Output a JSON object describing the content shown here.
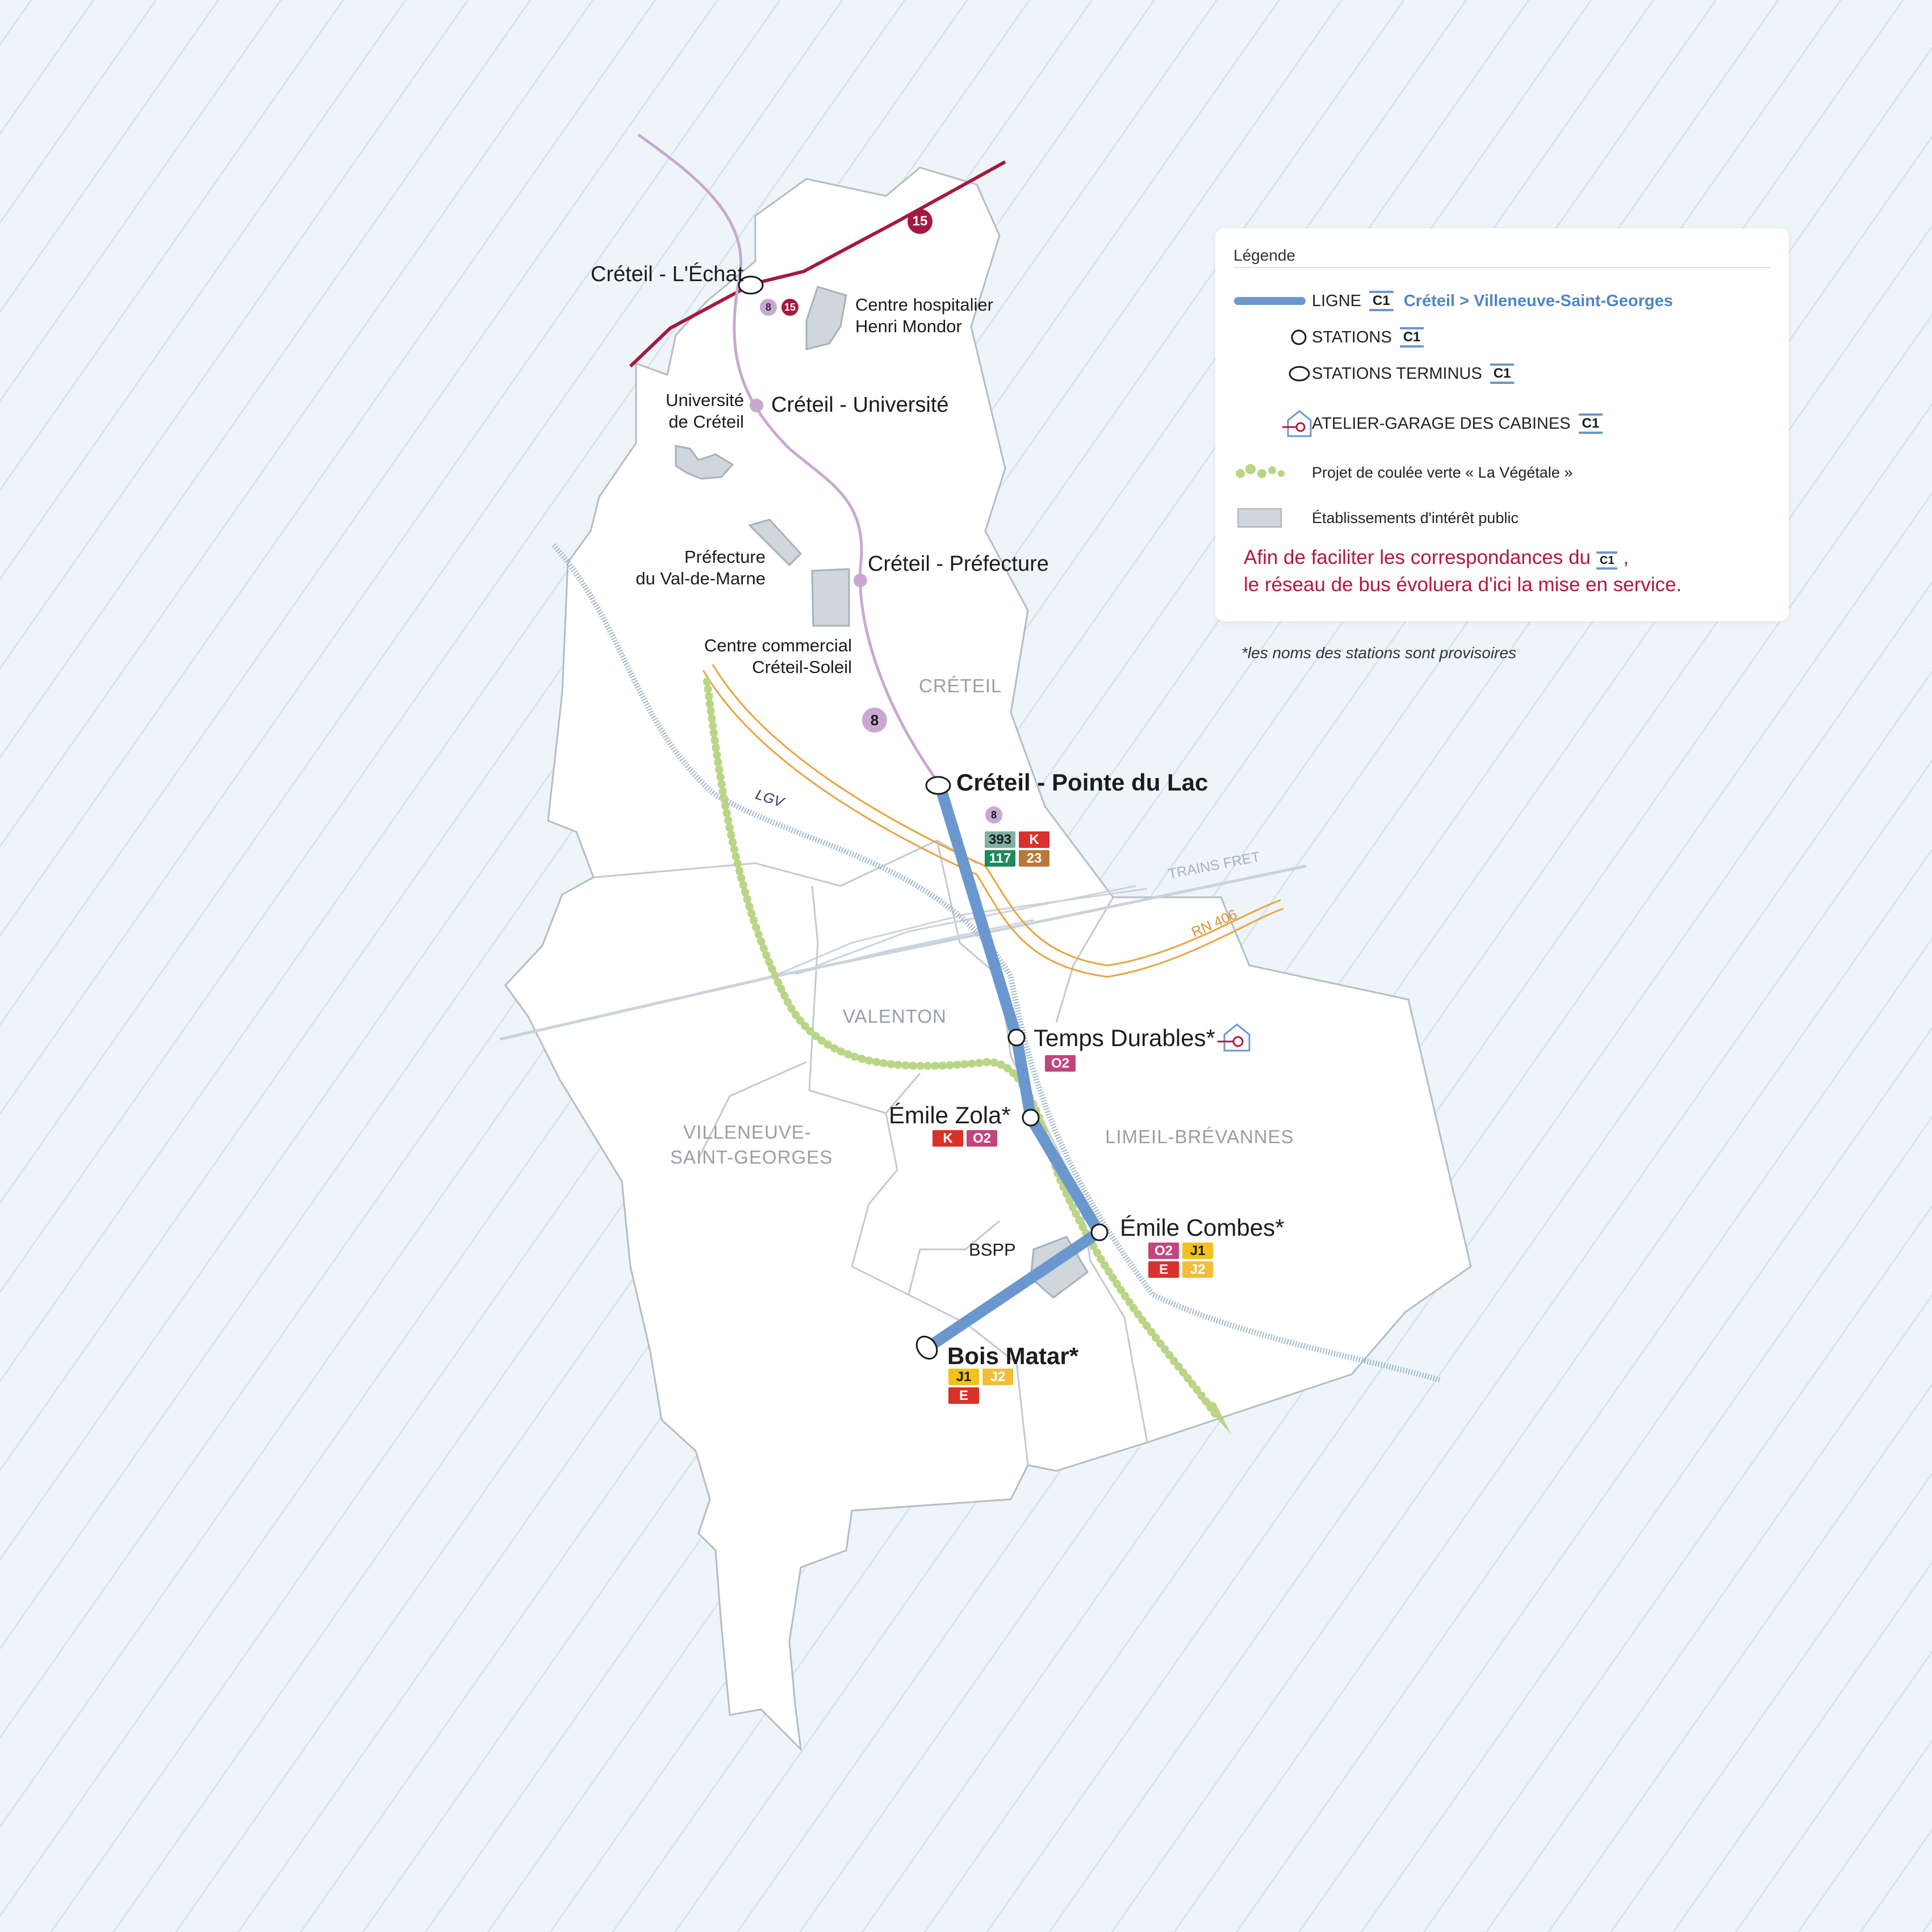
{
  "colors": {
    "background": "#eef5f9",
    "hatch": "#d3e1ea",
    "territory": "#ffffff",
    "border": "#b5bcc3",
    "line_c1": "#6b97cf",
    "metro_8": "#c9a8d0",
    "metro_15": "#a5193f",
    "rail": "#9fb6cc",
    "freight": "#c9d3db",
    "road": "#e8a43f",
    "green": "#b9d586",
    "public_building": "#cfd6dc",
    "note": "#b3173f"
  },
  "line": {
    "code": "C1",
    "route": "Créteil > Villeneuve-Saint-Georges"
  },
  "stations": {
    "pointe_du_lac": "Créteil - Pointe du Lac",
    "temps_durables": "Temps Durables*",
    "emile_zola": "Émile Zola*",
    "emile_combes": "Émile Combes*",
    "bois_matar": "Bois Matar*"
  },
  "metro_stations": {
    "echat": "Créteil - L'Échat",
    "universite": "Créteil - Université",
    "prefecture": "Créteil - Préfecture"
  },
  "metro_lines": {
    "line_8": "8",
    "line_15": "15"
  },
  "places": {
    "hopital": "Centre hospitalier\nHenri Mondor",
    "universite": "Université\nde Créteil",
    "prefecture": "Préfecture\ndu Val-de-Marne",
    "centre_commercial": "Centre commercial\nCréteil-Soleil",
    "bspp": "BSPP"
  },
  "communes": {
    "creteil": "CRÉTEIL",
    "valenton": "VALENTON",
    "villeneuve": "VILLENEUVE-\nSAINT-GEORGES",
    "limeil": "LIMEIL-BRÉVANNES"
  },
  "infra": {
    "lgv": "LGV",
    "trains_fret": "TRAINS FRET",
    "rn406": "RN 406"
  },
  "bus_lines": {
    "pointe_du_lac": [
      {
        "code": "393",
        "bg": "#7fb0a3",
        "fg": "#1a1a1a"
      },
      {
        "code": "K",
        "bg": "#d9312b",
        "fg": "#ffffff"
      },
      {
        "code": "117",
        "bg": "#1d8a5a",
        "fg": "#ffffff"
      },
      {
        "code": "23",
        "bg": "#b9783a",
        "fg": "#ffffff"
      }
    ],
    "temps_durables": [
      {
        "code": "O2",
        "bg": "#c2457c",
        "fg": "#ffffff"
      }
    ],
    "emile_zola": [
      {
        "code": "K",
        "bg": "#d9312b",
        "fg": "#ffffff"
      },
      {
        "code": "O2",
        "bg": "#c2457c",
        "fg": "#ffffff"
      }
    ],
    "emile_combes": [
      {
        "code": "O2",
        "bg": "#c2457c",
        "fg": "#ffffff"
      },
      {
        "code": "J1",
        "bg": "#f2c21b",
        "fg": "#1a1a1a"
      },
      {
        "code": "E",
        "bg": "#d9312b",
        "fg": "#ffffff"
      },
      {
        "code": "J2",
        "bg": "#f3bd3a",
        "fg": "#ffffff"
      }
    ],
    "bois_matar": [
      {
        "code": "J1",
        "bg": "#f2c21b",
        "fg": "#1a1a1a"
      },
      {
        "code": "J2",
        "bg": "#f3bd3a",
        "fg": "#ffffff"
      },
      {
        "code": "E",
        "bg": "#d9312b",
        "fg": "#ffffff"
      }
    ]
  },
  "legend": {
    "title": "Légende",
    "ligne": "LIGNE",
    "stations": "STATIONS",
    "terminus": "STATIONS TERMINUS",
    "atelier": "ATELIER-GARAGE DES CABINES",
    "coulee": "Projet de coulée verte « La Végétale »",
    "etablissements": "Établissements d'intérêt public",
    "note_line1": "Afin de faciliter les correspondances du",
    "note_line2": "le réseau de bus évoluera d'ici la mise en service."
  },
  "footnote": "*les noms des stations sont provisoires",
  "icons": {
    "atelier": "garage-icon",
    "station": "station-circle-icon",
    "terminus": "terminus-oval-icon"
  }
}
